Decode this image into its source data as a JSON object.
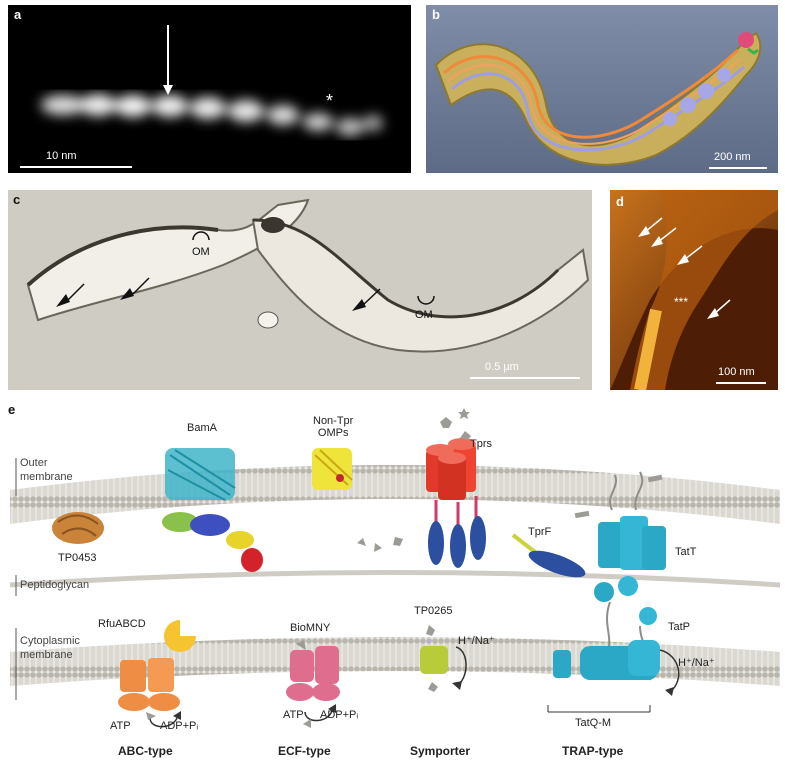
{
  "panels": {
    "a": {
      "label": "a",
      "scale": "10 nm"
    },
    "b": {
      "label": "b",
      "scale": "200 nm"
    },
    "c": {
      "label": "c",
      "scale": "0.5 µm",
      "om1": "OM",
      "om2": "OM"
    },
    "d": {
      "label": "d",
      "scale": "100 nm",
      "marker": "***"
    },
    "e": {
      "label": "e"
    }
  },
  "asterisk": "*",
  "layers": {
    "outer": [
      "Outer",
      "membrane"
    ],
    "peptidoglycan": "Peptidoglycan",
    "cytoplasmic": [
      "Cytoplasmic",
      "membrane"
    ]
  },
  "proteins": {
    "bama": "BamA",
    "nontpr": [
      "Non-Tpr",
      "OMPs"
    ],
    "tprs": "Tprs",
    "tp0453": "TP0453",
    "tprf": "TprF",
    "tatt": "TatT",
    "tp0265": "TP0265",
    "tatp": "TatP",
    "tatqm": "TatQ-M",
    "rfuabcd": "RfuABCD",
    "biomny": "BioMNY",
    "hna1": "H⁺/Na⁺",
    "hna2": "H⁺/Na⁺",
    "atp1": "ATP",
    "adp1": "ADP+Pᵢ",
    "atp2": "ATP",
    "adp2": "ADP+Pᵢ"
  },
  "types": {
    "abc": "ABC-type",
    "ecf": "ECF-type",
    "symporter": "Symporter",
    "trap": "TRAP-type"
  }
}
